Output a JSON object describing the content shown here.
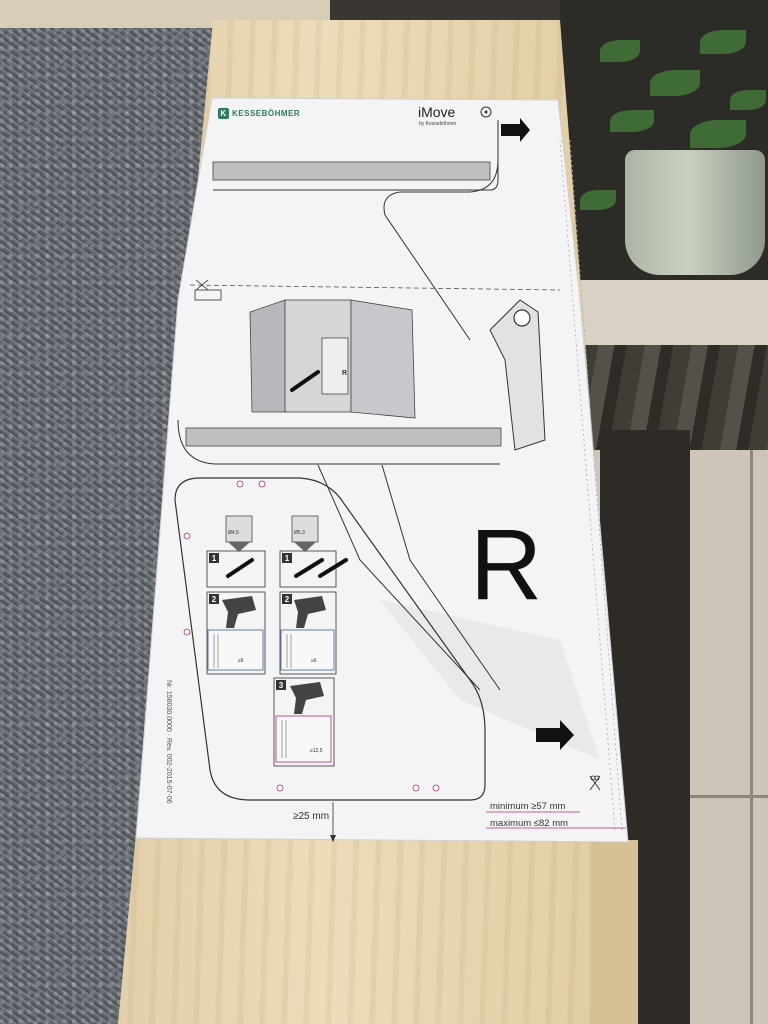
{
  "sheet": {
    "brand": "KESSEBÖHMER",
    "brand_icon": "K",
    "product": "iMove",
    "product_sub": "by Kesseböhmer",
    "side_letter": "R",
    "cabinet_label": "R",
    "side_code": "Nr. 158030.0000 · Rev. 002-2015-07-06",
    "dim_clearance": "≥25 mm",
    "dim_minimum": "minimum ≥57 mm",
    "dim_maximum": "maximum ≤82 mm",
    "steps": [
      "1",
      "1",
      "2",
      "2",
      "3"
    ],
    "dims_small": [
      "Ø4,5",
      "Ø6,3",
      "≥6",
      "≥6",
      "≥12,5"
    ],
    "icons": [
      "arrow-right-icon",
      "arrow-right-icon",
      "scissors-icon",
      "scissors-icon",
      "screwdriver-icon",
      "drill-icon"
    ]
  },
  "colors": {
    "paper": "#f4f4f6",
    "ink": "#222222",
    "accent_magenta": "#b0306a",
    "brand_green": "#2f7a5f",
    "plywood": "#e6d3ad"
  }
}
